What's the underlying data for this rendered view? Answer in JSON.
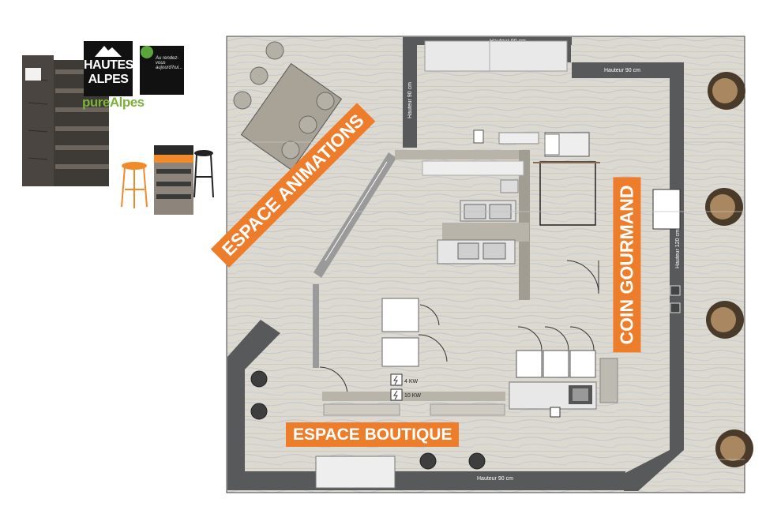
{
  "zones": {
    "animations": "ESPACE ANIMATIONS",
    "gourmand": "COIN GOURMAND",
    "boutique": "ESPACE BOUTIQUE"
  },
  "dimensions": {
    "top_wall": "Hauteur 90 cm",
    "top_right_wall": "Hauteur 90 cm",
    "left_vertical": "Hauteur 90 cm",
    "right_wall": "Hauteur 120 cm",
    "bottom_wall": "Hauteur 90 cm"
  },
  "power": {
    "outlet_a": "4 KW",
    "outlet_b": "10 KW"
  },
  "branding": {
    "logo_line1": "HAUTES",
    "logo_line2": "ALPES",
    "brand_name": "pureAlpes",
    "card_text": "Au rendez-vous aujourd'hui..."
  },
  "colors": {
    "accent_orange": "#ee7d2b",
    "wall_dark": "#58595b",
    "floor_wood": "#d9d6ce",
    "brand_green": "#7db23a"
  }
}
